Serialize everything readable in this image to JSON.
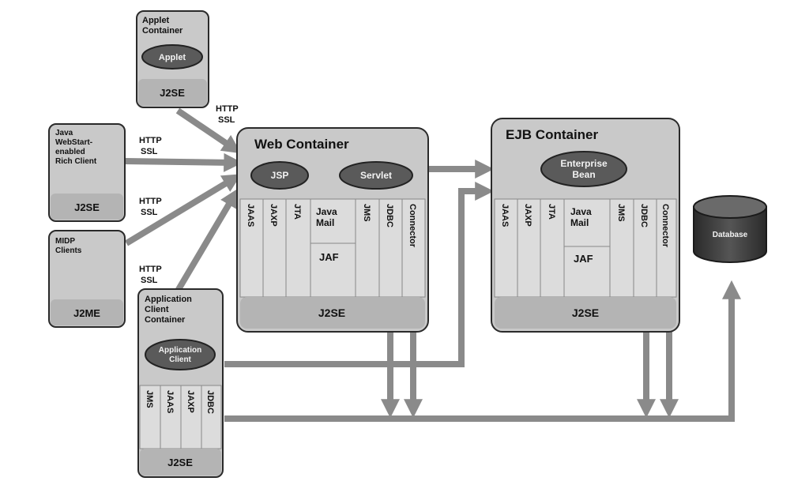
{
  "colors": {
    "container_fill": "#c9c9c9",
    "container_stroke": "#2a2a2a",
    "band_fill": "#b4b4b4",
    "column_fill": "#dcdcdc",
    "pill_fill": "#5a5a5a",
    "arrow": "#8a8a8a",
    "database": "#3c3c3c"
  },
  "protocol": {
    "http": "HTTP",
    "ssl": "SSL"
  },
  "applet_container": {
    "title_line1": "Applet",
    "title_line2": "Container",
    "component": "Applet",
    "base": "J2SE"
  },
  "rich_client": {
    "line1": "Java",
    "line2": "WebStart-",
    "line3": "enabled",
    "line4": "Rich Client",
    "base": "J2SE"
  },
  "midp_client": {
    "line1": "MIDP",
    "line2": "Clients",
    "base": "J2ME"
  },
  "app_client_container": {
    "title_line1": "Application",
    "title_line2": "Client",
    "title_line3": "Container",
    "component_line1": "Application",
    "component_line2": "Client",
    "services": [
      "JMS",
      "JAAS",
      "JAXP",
      "JDBC"
    ],
    "base": "J2SE"
  },
  "web_container": {
    "title": "Web Container",
    "components": [
      "JSP",
      "Servlet"
    ],
    "services": [
      "JAAS",
      "JAXP",
      "JTA",
      "JMS",
      "JDBC",
      "Connector"
    ],
    "java_mail_line1": "Java",
    "java_mail_line2": "Mail",
    "jaf": "JAF",
    "base": "J2SE"
  },
  "ejb_container": {
    "title": "EJB Container",
    "component_line1": "Enterprise",
    "component_line2": "Bean",
    "services": [
      "JAAS",
      "JAXP",
      "JTA",
      "JMS",
      "JDBC",
      "Connector"
    ],
    "java_mail_line1": "Java",
    "java_mail_line2": "Mail",
    "jaf": "JAF",
    "base": "J2SE"
  },
  "database": {
    "label": "Database"
  }
}
